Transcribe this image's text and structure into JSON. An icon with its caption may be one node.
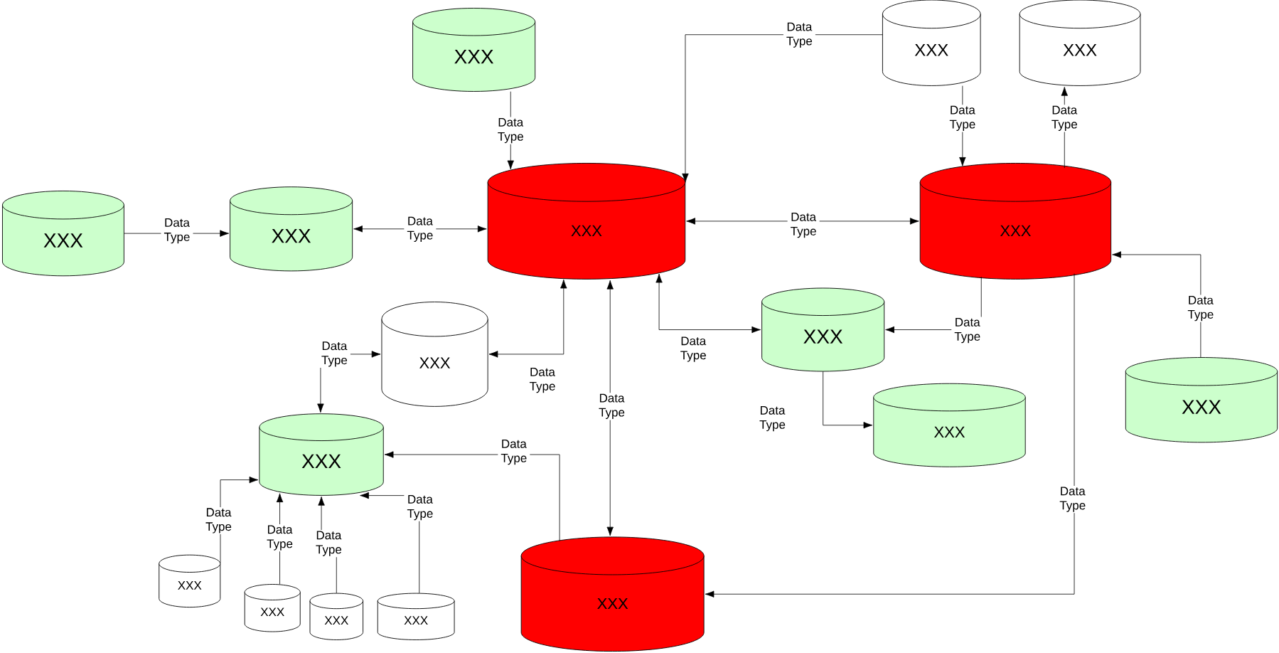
{
  "diagram": {
    "nodes": [
      {
        "text": [
          "XXX"
        ]
      },
      {
        "text": [
          "XXX"
        ]
      },
      {
        "text": [
          "XXX"
        ]
      },
      {
        "text": [
          "XXX"
        ]
      },
      {
        "text": [
          "XXX"
        ]
      },
      {
        "text": [
          "XXX"
        ]
      },
      {
        "text": [
          "XXX"
        ]
      },
      {
        "text": [
          "XXX"
        ]
      },
      {
        "text": [
          "XXX"
        ]
      },
      {
        "text": [
          "XXX"
        ]
      },
      {
        "text": [
          "XXX"
        ]
      },
      {
        "text": [
          "XXX"
        ]
      },
      {
        "text": [
          "XXX"
        ]
      },
      {
        "text": [
          "XXX"
        ]
      },
      {
        "text": [
          "XXX"
        ]
      },
      {
        "text": [
          "XXX"
        ]
      },
      {
        "text": [
          "XXX"
        ]
      }
    ],
    "edges": [
      {
        "from": 0,
        "to": 5,
        "arrow": "to",
        "label": "Data Type"
      },
      {
        "from": 1,
        "to": 5,
        "arrow": "to",
        "label": "Data Type"
      },
      {
        "from": 1,
        "to": 6,
        "arrow": "to",
        "label": "Data Type"
      },
      {
        "from": 6,
        "to": 2,
        "arrow": "to",
        "label": "Data Type"
      },
      {
        "from": 3,
        "to": 4,
        "arrow": "to",
        "label": "Data Type"
      },
      {
        "from": 4,
        "to": 5,
        "arrow": "both",
        "label": "Data Type"
      },
      {
        "from": 5,
        "to": 6,
        "arrow": "both",
        "label": "Data Type"
      },
      {
        "from": 7,
        "to": 5,
        "arrow": "both",
        "label": "Data Type"
      },
      {
        "from": 5,
        "to": 12,
        "arrow": "both",
        "label": "Data Type"
      },
      {
        "from": 5,
        "to": 8,
        "arrow": "both",
        "label": "Data Type"
      },
      {
        "from": 6,
        "to": 8,
        "arrow": "to",
        "label": "Data Type"
      },
      {
        "from": 11,
        "to": 6,
        "arrow": "to",
        "label": "Data Type"
      },
      {
        "from": 8,
        "to": 10,
        "arrow": "to",
        "label": "Data Type"
      },
      {
        "from": 6,
        "to": 12,
        "arrow": "to",
        "label": "Data Type"
      },
      {
        "from": 12,
        "to": 9,
        "arrow": "to",
        "label": "Data Type"
      },
      {
        "from": 9,
        "to": 7,
        "arrow": "both",
        "label": "Data Type"
      },
      {
        "from": 13,
        "to": 9,
        "arrow": "to",
        "label": "Data Type"
      },
      {
        "from": 14,
        "to": 9,
        "arrow": "to",
        "label": "Data Type"
      },
      {
        "from": 15,
        "to": 9,
        "arrow": "to",
        "label": "Data Type"
      },
      {
        "from": 16,
        "to": 9,
        "arrow": "to",
        "label": "Data Type"
      }
    ]
  }
}
